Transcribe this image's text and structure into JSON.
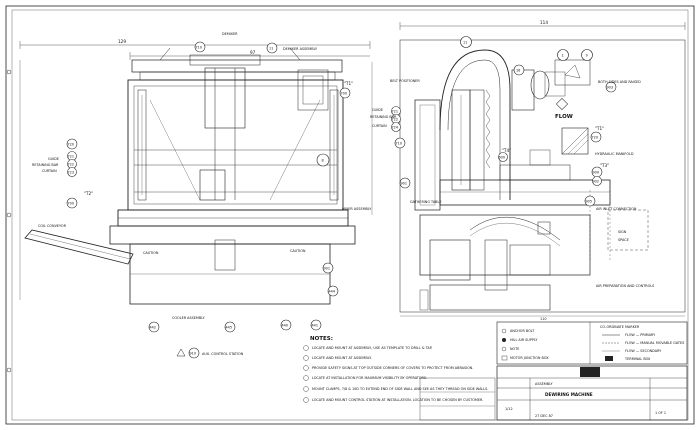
{
  "drawing": {
    "top_dims": {
      "overall_left": "129",
      "left_sub": "97",
      "right_overall": "114"
    },
    "left_view": {
      "top_labels": {
        "demixer": "DEMIXER",
        "demixer_assembly": "DEMIXER ASSEMBLY",
        "t1": "\"T1\""
      },
      "balloons": [
        "710",
        "11",
        "700",
        "720",
        "721",
        "722",
        "723",
        "700",
        "8",
        "901",
        "442",
        "445",
        "440",
        "441",
        "444"
      ],
      "side_labels": {
        "guide": "GUIDE",
        "retaining_bar": "RETAINING BAR",
        "curtain": "CURTAIN",
        "t2": "\"T2\""
      },
      "right_labels": {
        "mixer_assembly": "MIXER ASSEMBLY"
      },
      "bottom_labels": {
        "caution_left": "CAUTION",
        "caution_right": "CAUTION",
        "cooler_assembly": "COOLER ASSEMBLY",
        "coil_conveyor": "COIL CONVEYOR"
      },
      "control_station": {
        "balloon": "910",
        "text": "AUX. CONTROL STATION"
      }
    },
    "right_view": {
      "balloons": [
        "11",
        "1",
        "16",
        "9",
        "903",
        "721",
        "722",
        "724",
        "710",
        "720",
        "600",
        "901",
        "900",
        "902",
        "905"
      ],
      "side_labels": {
        "belt_positioner": "BELT POSITIONER",
        "guide": "GUIDE",
        "retaining_bar": "RETAINING BAR",
        "curtain": "CURTAIN",
        "both_sides": "BOTH SIDES AND RAISED"
      },
      "flow": "FLOW",
      "t4": "\"T4\"",
      "t1": "\"T1\"",
      "t3": "\"T3\"",
      "hydraulic_manifold": "HYDRAULIC MANIFOLD",
      "gathering": "GATHERING TABLE",
      "air_inlet": "AIR INLET CONNECTION",
      "air_prep": "AIR PREPARATION AND CONTROLS",
      "sign": "SIGN",
      "space": "SPACE",
      "bottom_dim": "110"
    },
    "notes": {
      "title": "NOTES:",
      "items": [
        "LOCATE AND MOUNT AT ASSEMBLY, USE AS TEMPLATE TO DRILL & TAP.",
        "LOCATE AND MOUNT AT ASSEMBLY.",
        "PROVIDE SAFETY SIGNS AT TOP OUTSIDE CORNERS OF COVERS TO PROTECT FROM ABRASION.",
        "LOCATE AT INSTALLATION FOR MAXIMUM VISIBILITY BY OPERATORS.",
        "MOUNT CLAMPS, 7/8 & 10D TO EXTEND END OF SIDE WALL AND SEE AS THEY THREAD ON SIDE WALLS.",
        "LOCATE AND MOUNT CONTROL STATION AT INSTALLATION. LOCATION TO BE CHOSEN BY CUSTOMER."
      ]
    },
    "legend": {
      "col1": [
        "ANCHOR BOLT",
        "HILL AIR SUPPLY",
        "NOTE",
        "MOTOR JUNCTION BOX"
      ],
      "col2": [
        "CO-ORDINATE MARKER",
        "FLOW — PRIMARY",
        "FLOW — MANUAL MOVABLE GATES",
        "FLOW — SECONDARY",
        "TERMINAL BOX"
      ]
    },
    "title_block": {
      "assembly": "ASSEMBLY",
      "title": "DEWIRING MACHINE",
      "scale": "1/12",
      "date": "27 DEC 87",
      "sheet": "1 OF 1"
    }
  }
}
